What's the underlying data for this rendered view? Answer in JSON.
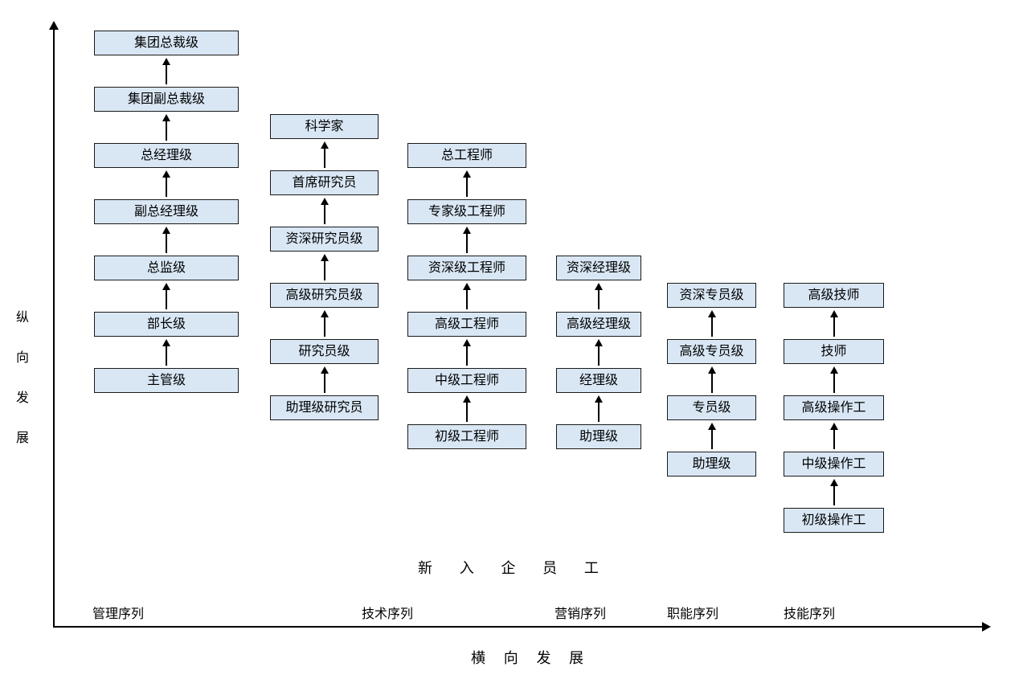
{
  "colors": {
    "box_fill": "#d9e7f5",
    "box_border": "#1a1a1a",
    "axis": "#000000"
  },
  "axis": {
    "vertical_label": "纵向发展",
    "vertical_label_chars": [
      "纵",
      "向",
      "发",
      "展"
    ],
    "horizontal_label": "横 向 发 展",
    "new_employee_label": "新 入 企 员 工"
  },
  "tracks": [
    {
      "id": "management",
      "levels_top_down": [
        "集团总裁级",
        "集团副总裁级",
        "总经理级",
        "副总经理级",
        "总监级",
        "部长级",
        "主管级"
      ]
    },
    {
      "id": "research",
      "levels_top_down": [
        "科学家",
        "首席研究员",
        "资深研究员级",
        "高级研究员级",
        "研究员级",
        "助理级研究员"
      ]
    },
    {
      "id": "engineering",
      "levels_top_down": [
        "总工程师",
        "专家级工程师",
        "资深级工程师",
        "高级工程师",
        "中级工程师",
        "初级工程师"
      ]
    },
    {
      "id": "marketing",
      "levels_top_down": [
        "资深经理级",
        "高级经理级",
        "经理级",
        "助理级"
      ]
    },
    {
      "id": "functional",
      "levels_top_down": [
        "资深专员级",
        "高级专员级",
        "专员级",
        "助理级"
      ]
    },
    {
      "id": "skills",
      "levels_top_down": [
        "高级技师",
        "技师",
        "高级操作工",
        "中级操作工",
        "初级操作工"
      ]
    }
  ],
  "sequence_labels": [
    "管理序列",
    "技术序列",
    "营销序列",
    "职能序列",
    "技能序列"
  ]
}
